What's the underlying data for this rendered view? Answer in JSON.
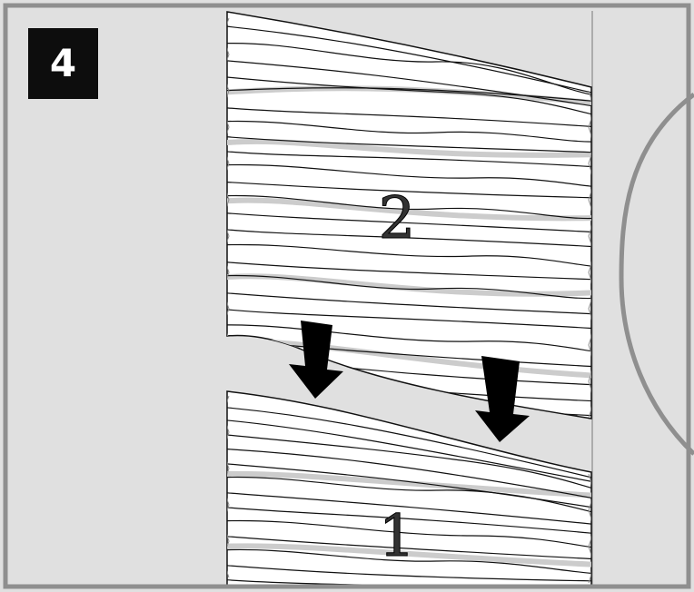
{
  "step": {
    "number": "4"
  },
  "panels": [
    {
      "label": "2"
    },
    {
      "label": "1"
    }
  ],
  "arrows": [
    {
      "direction": "down"
    },
    {
      "direction": "down"
    }
  ],
  "colors": {
    "background": "#e0e0e0",
    "frame": "#8f8f8f",
    "badge": "#0d0d0d",
    "panel_fill": "#ffffff",
    "grain": "#111111",
    "grain_shadow": "#cccccc",
    "arrow": "#000000"
  }
}
